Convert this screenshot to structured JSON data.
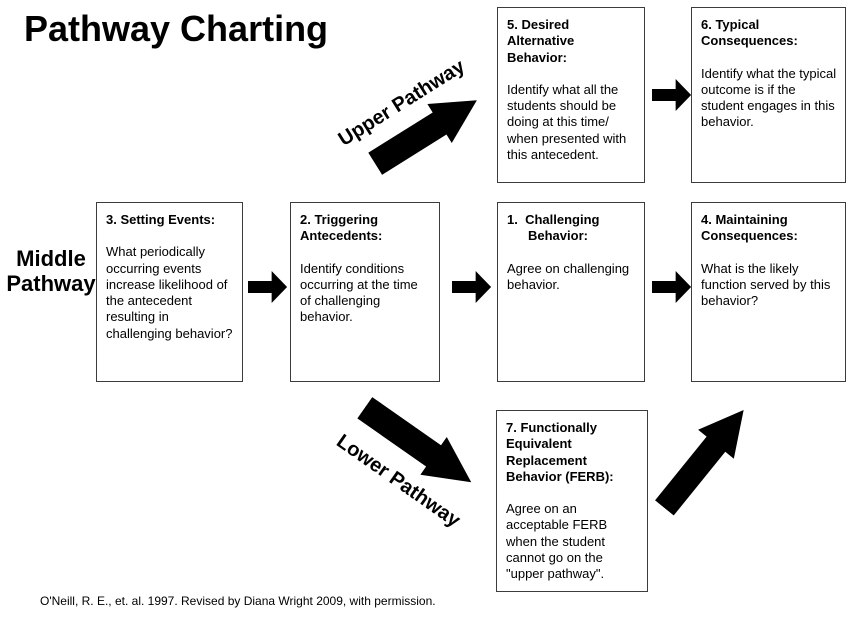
{
  "title": "Pathway Charting",
  "pathway_labels": {
    "upper": "Upper Pathway",
    "middle": "Middle Pathway",
    "lower": "Lower Pathway"
  },
  "boxes": {
    "desired_alternative": {
      "header": "5. Desired Alternative Behavior:",
      "body": "Identify what all the students should be doing at this time/ when presented with this antecedent."
    },
    "typical_consequences": {
      "header": "6. Typical Consequences:",
      "body": "Identify what the typical outcome is if the student engages in this behavior."
    },
    "setting_events": {
      "header": "3. Setting Events:",
      "body": "What periodically occurring events increase likelihood of the antecedent resulting in challenging behavior?"
    },
    "triggering_antecedents": {
      "header": "2. Triggering Antecedents:",
      "body": "Identify conditions occurring at the time of challenging behavior."
    },
    "challenging_behavior": {
      "header": "1.  Challenging Behavior:",
      "body": "Agree on challenging behavior."
    },
    "maintaining_consequences": {
      "header": "4. Maintaining Consequences:",
      "body": "What is the likely function served by this behavior?"
    },
    "ferb": {
      "header": "7. Functionally Equivalent Replacement Behavior (FERB):",
      "body": "Agree on an acceptable FERB when the student cannot go on the \"upper pathway\"."
    }
  },
  "footer": "O'Neill, R. E., et. al. 1997. Revised by Diana Wright 2009, with permission.",
  "icons": {
    "flow_arrow": "right-block-arrow",
    "upper_pathway_arrow": "up-right-block-arrow",
    "lower_pathway_arrow": "down-right-block-arrow",
    "ferb_arrow": "up-right-block-arrow"
  },
  "colors": {
    "background": "#ffffff",
    "text": "#000000",
    "box_border": "#3c3c3c",
    "arrow": "#000000"
  }
}
